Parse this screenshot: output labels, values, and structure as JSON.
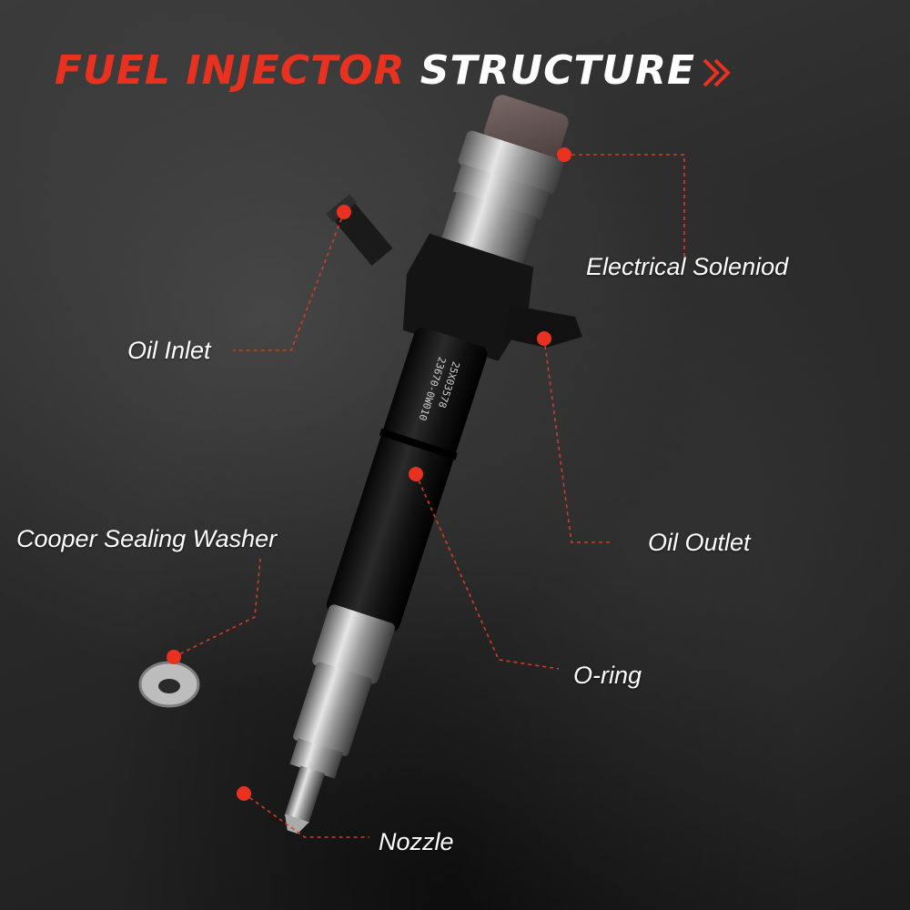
{
  "title": {
    "part1": "FUEL INJECTOR",
    "part2": "STRUCTURE",
    "colors": {
      "accent": "#e8321f",
      "text": "#ffffff"
    }
  },
  "labels": {
    "electrical_solenoid": "Electrical Soleniod",
    "oil_inlet": "Oil Inlet",
    "oil_outlet": "Oil Outlet",
    "copper_washer": "Cooper Sealing Washer",
    "o_ring": "O-ring",
    "nozzle": "Nozzle"
  },
  "part_markings": {
    "line1": "23670-0W010",
    "line2": "25X03578"
  },
  "icons": {
    "title_chevron": "double-chevron-right-icon",
    "marker": "red-dot-icon"
  }
}
